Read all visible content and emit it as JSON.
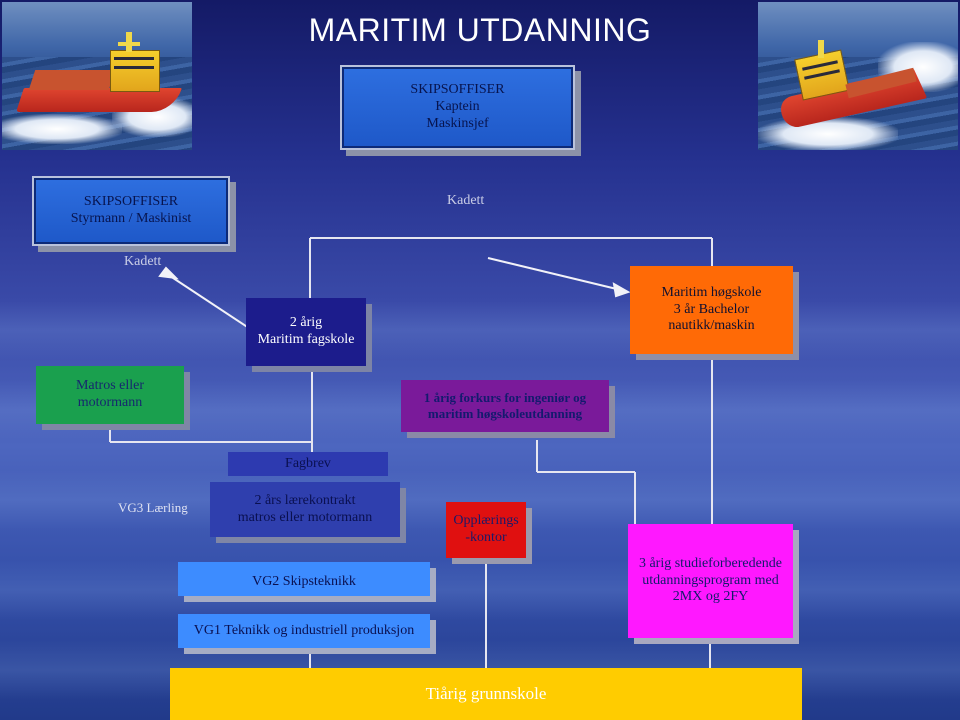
{
  "title": "MARITIM UTDANNING",
  "boxes": {
    "skipsoffiser_top": {
      "l1": "SKIPSOFFISER",
      "l2": "Kaptein",
      "l3": "Maskinsjef"
    },
    "skipsoffiser_left": {
      "l1": "SKIPSOFFISER",
      "l2": "Styrmann / Maskinist"
    },
    "kadett_right": "Kadett",
    "kadett_left": "Kadett",
    "fagskole": {
      "l1": "2 årig",
      "l2": "Maritim fagskole"
    },
    "hogskole": {
      "l1": "Maritim høgskole",
      "l2": "3 år Bachelor",
      "l3": "nautikk/maskin"
    },
    "matros": {
      "l1": "Matros eller",
      "l2": "motormann"
    },
    "forkurs": {
      "l1": "1 årig forkurs for ingeniør og",
      "l2": "maritim høgskoleutdanning"
    },
    "fagbrev": "Fagbrev",
    "vg3": "VG3 Lærling",
    "larekontrakt": {
      "l1": "2 års lærekontrakt",
      "l2": "matros eller motormann"
    },
    "opplaering": {
      "l1": "Opplærings",
      "l2": "-kontor"
    },
    "studieforberedende": {
      "l1": "3 årig studieforberedende",
      "l2": "utdanningsprogram med",
      "l3": "2MX og 2FY"
    },
    "vg2": "VG2 Skipsteknikk",
    "vg1": "VG1 Teknikk og industriell produksjon",
    "grunnskole": "Tiårig grunnskole"
  },
  "colors": {
    "blue_box": "#1e58c8",
    "navy_box": "#1c1c8c",
    "orange_box": "#ff6a06",
    "green_box": "#1aa04e",
    "purple_box": "#7a1a9a",
    "red_box": "#e01010",
    "magenta_box": "#ff18ff",
    "yellow_box": "#ffcc00",
    "light_blue_box": "#3d8cff"
  }
}
